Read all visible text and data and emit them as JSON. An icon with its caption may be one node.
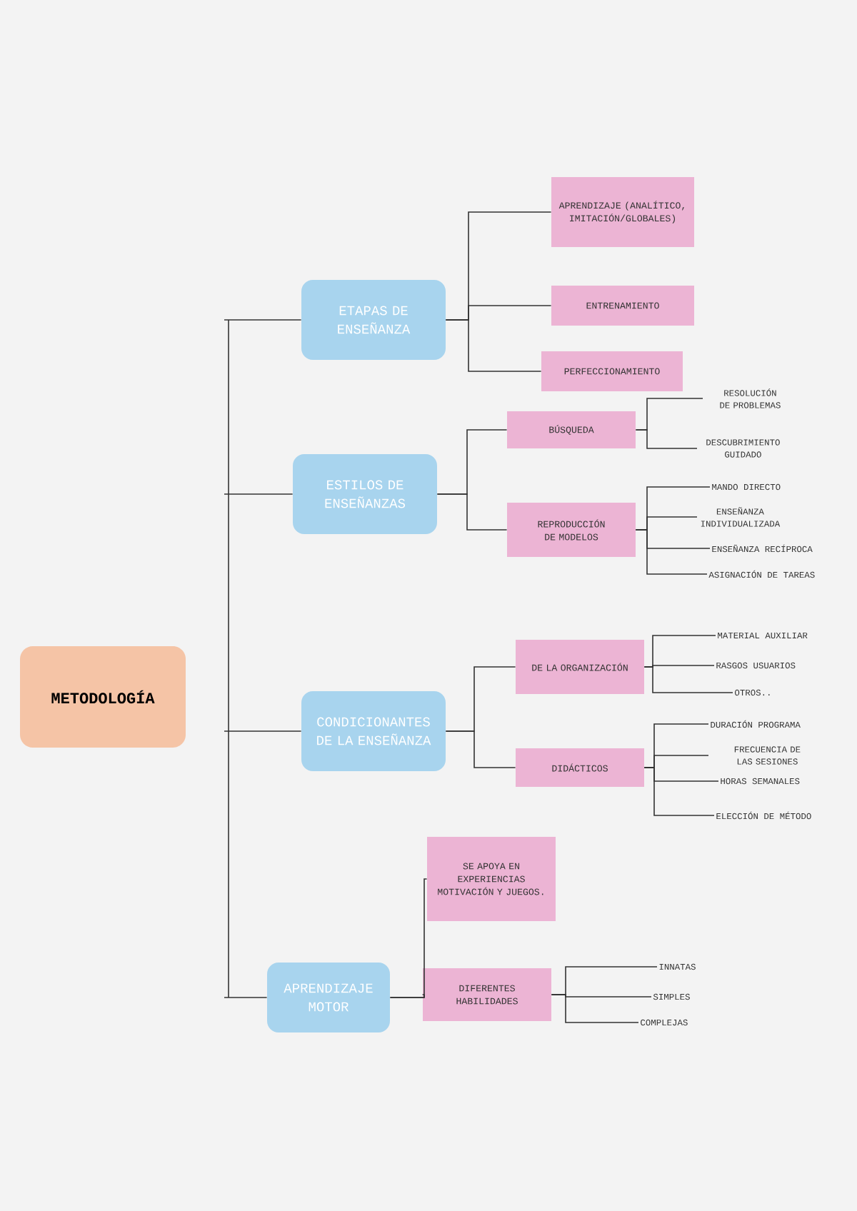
{
  "diagram": {
    "nodes": [
      {
        "text": [
          "METODOLOGÍA"
        ]
      },
      {
        "text": [
          "ETAPAS DE ENSEÑANZA"
        ]
      },
      {
        "text": [
          "APRENDIZAJE (ANALÍTICO, IMITACIÓN/GLOBALES)"
        ]
      },
      {
        "text": [
          "ENTRENAMIENTO"
        ]
      },
      {
        "text": [
          "PERFECCIONAMIENTO"
        ]
      },
      {
        "text": [
          "ESTILOS DE ENSEÑANZAS"
        ]
      },
      {
        "text": [
          "BÚSQUEDA"
        ]
      },
      {
        "text": [
          "RESOLUCIÓN DE PROBLEMAS"
        ]
      },
      {
        "text": [
          "DESCUBRIMIENTO GUIDADO"
        ]
      },
      {
        "text": [
          "REPRODUCCIÓN DE MODELOS"
        ]
      },
      {
        "text": [
          "MANDO DIRECTO"
        ]
      },
      {
        "text": [
          "ENSEÑANZA INDIVIDUALIZADA"
        ]
      },
      {
        "text": [
          "ENSEÑANZA RECÍPROCA"
        ]
      },
      {
        "text": [
          "ASIGNACIÓN DE TAREAS"
        ]
      },
      {
        "text": [
          "CONDICIONANTES DE LA ENSEÑANZA"
        ]
      },
      {
        "text": [
          "DE LA ORGANIZACIÓN"
        ]
      },
      {
        "text": [
          "MATERIAL AUXILIAR"
        ]
      },
      {
        "text": [
          "RASGOS USUARIOS"
        ]
      },
      {
        "text": [
          "OTROS.."
        ]
      },
      {
        "text": [
          "DIDÁCTICOS"
        ]
      },
      {
        "text": [
          "DURACIÓN PROGRAMA"
        ]
      },
      {
        "text": [
          "FRECUENCIA DE LAS SESIONES"
        ]
      },
      {
        "text": [
          "HORAS SEMANALES"
        ]
      },
      {
        "text": [
          "ELECCIÓN DE MÉTODO"
        ]
      },
      {
        "text": [
          "APRENDIZAJE MOTOR"
        ]
      },
      {
        "text": [
          "SE APOYA EN EXPERIENCIAS MOTIVACIÓN Y JUEGOS."
        ]
      },
      {
        "text": [
          "DIFERENTES HABILIDADES"
        ]
      },
      {
        "text": [
          "INNATAS"
        ]
      },
      {
        "text": [
          "SIMPLES"
        ]
      },
      {
        "text": [
          "COMPLEJAS"
        ]
      }
    ],
    "edges": [
      {
        "from": null,
        "to": 1,
        "arrow": "none"
      },
      {
        "from": null,
        "to": 5,
        "arrow": "none"
      },
      {
        "from": null,
        "to": 14,
        "arrow": "none"
      },
      {
        "from": null,
        "to": 24,
        "arrow": "none"
      },
      {
        "from": 1,
        "to": 2,
        "arrow": "none"
      },
      {
        "from": 1,
        "to": 3,
        "arrow": "none"
      },
      {
        "from": 1,
        "to": 4,
        "arrow": "none"
      },
      {
        "from": 5,
        "to": 6,
        "arrow": "none"
      },
      {
        "from": 5,
        "to": 9,
        "arrow": "none"
      },
      {
        "from": 6,
        "to": 7,
        "arrow": "none"
      },
      {
        "from": 6,
        "to": 8,
        "arrow": "none"
      },
      {
        "from": 9,
        "to": 10,
        "arrow": "none"
      },
      {
        "from": 9,
        "to": 11,
        "arrow": "none"
      },
      {
        "from": 9,
        "to": 12,
        "arrow": "none"
      },
      {
        "from": 9,
        "to": 13,
        "arrow": "none"
      },
      {
        "from": 14,
        "to": 15,
        "arrow": "none"
      },
      {
        "from": 14,
        "to": 19,
        "arrow": "none"
      },
      {
        "from": 15,
        "to": 16,
        "arrow": "none"
      },
      {
        "from": 15,
        "to": 17,
        "arrow": "none"
      },
      {
        "from": 15,
        "to": 18,
        "arrow": "none"
      },
      {
        "from": 19,
        "to": 20,
        "arrow": "none"
      },
      {
        "from": 19,
        "to": 21,
        "arrow": "none"
      },
      {
        "from": 19,
        "to": 22,
        "arrow": "none"
      },
      {
        "from": 19,
        "to": 23,
        "arrow": "none"
      },
      {
        "from": 24,
        "to": 25,
        "arrow": "none"
      },
      {
        "from": 24,
        "to": 26,
        "arrow": "none"
      },
      {
        "from": 26,
        "to": 27,
        "arrow": "none"
      },
      {
        "from": 26,
        "to": 28,
        "arrow": "none"
      },
      {
        "from": 26,
        "to": 29,
        "arrow": "none"
      }
    ]
  }
}
